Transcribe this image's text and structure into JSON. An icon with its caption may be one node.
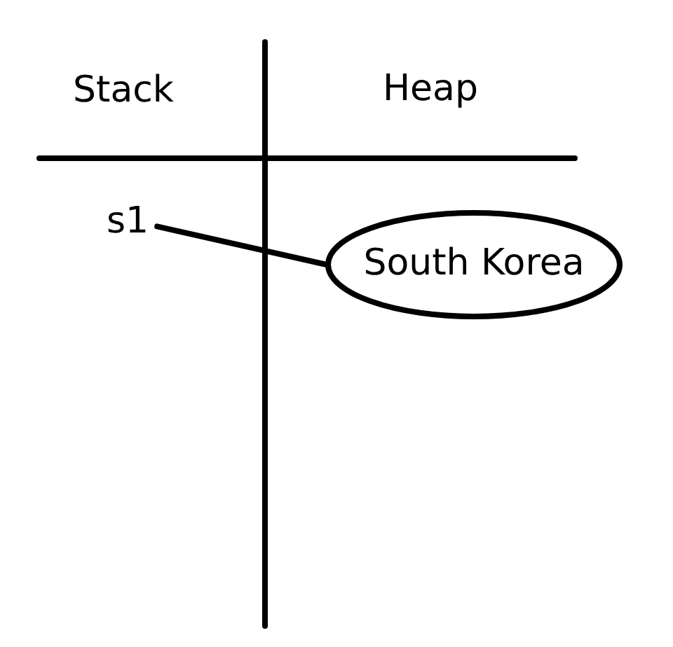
{
  "diagram": {
    "nodes": [
      {
        "text": [
          "s1"
        ]
      },
      {
        "text": [
          "South Korea"
        ]
      }
    ],
    "edges": [
      {
        "from": 0,
        "to": 1,
        "arrow": "none"
      }
    ],
    "labels": [
      "Stack",
      "Heap"
    ]
  }
}
